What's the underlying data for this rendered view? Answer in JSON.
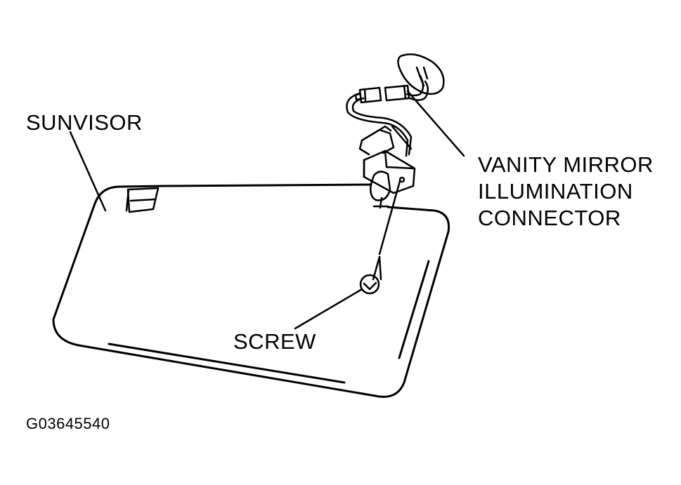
{
  "labels": {
    "sunvisor": "SUNVISOR",
    "connector_line1": "VANITY MIRROR",
    "connector_line2": "ILLUMINATION",
    "connector_line3": "CONNECTOR",
    "screw": "SCREW",
    "figure_id": "G03645540"
  },
  "colors": {
    "ink": "#000000",
    "background": "#ffffff"
  }
}
